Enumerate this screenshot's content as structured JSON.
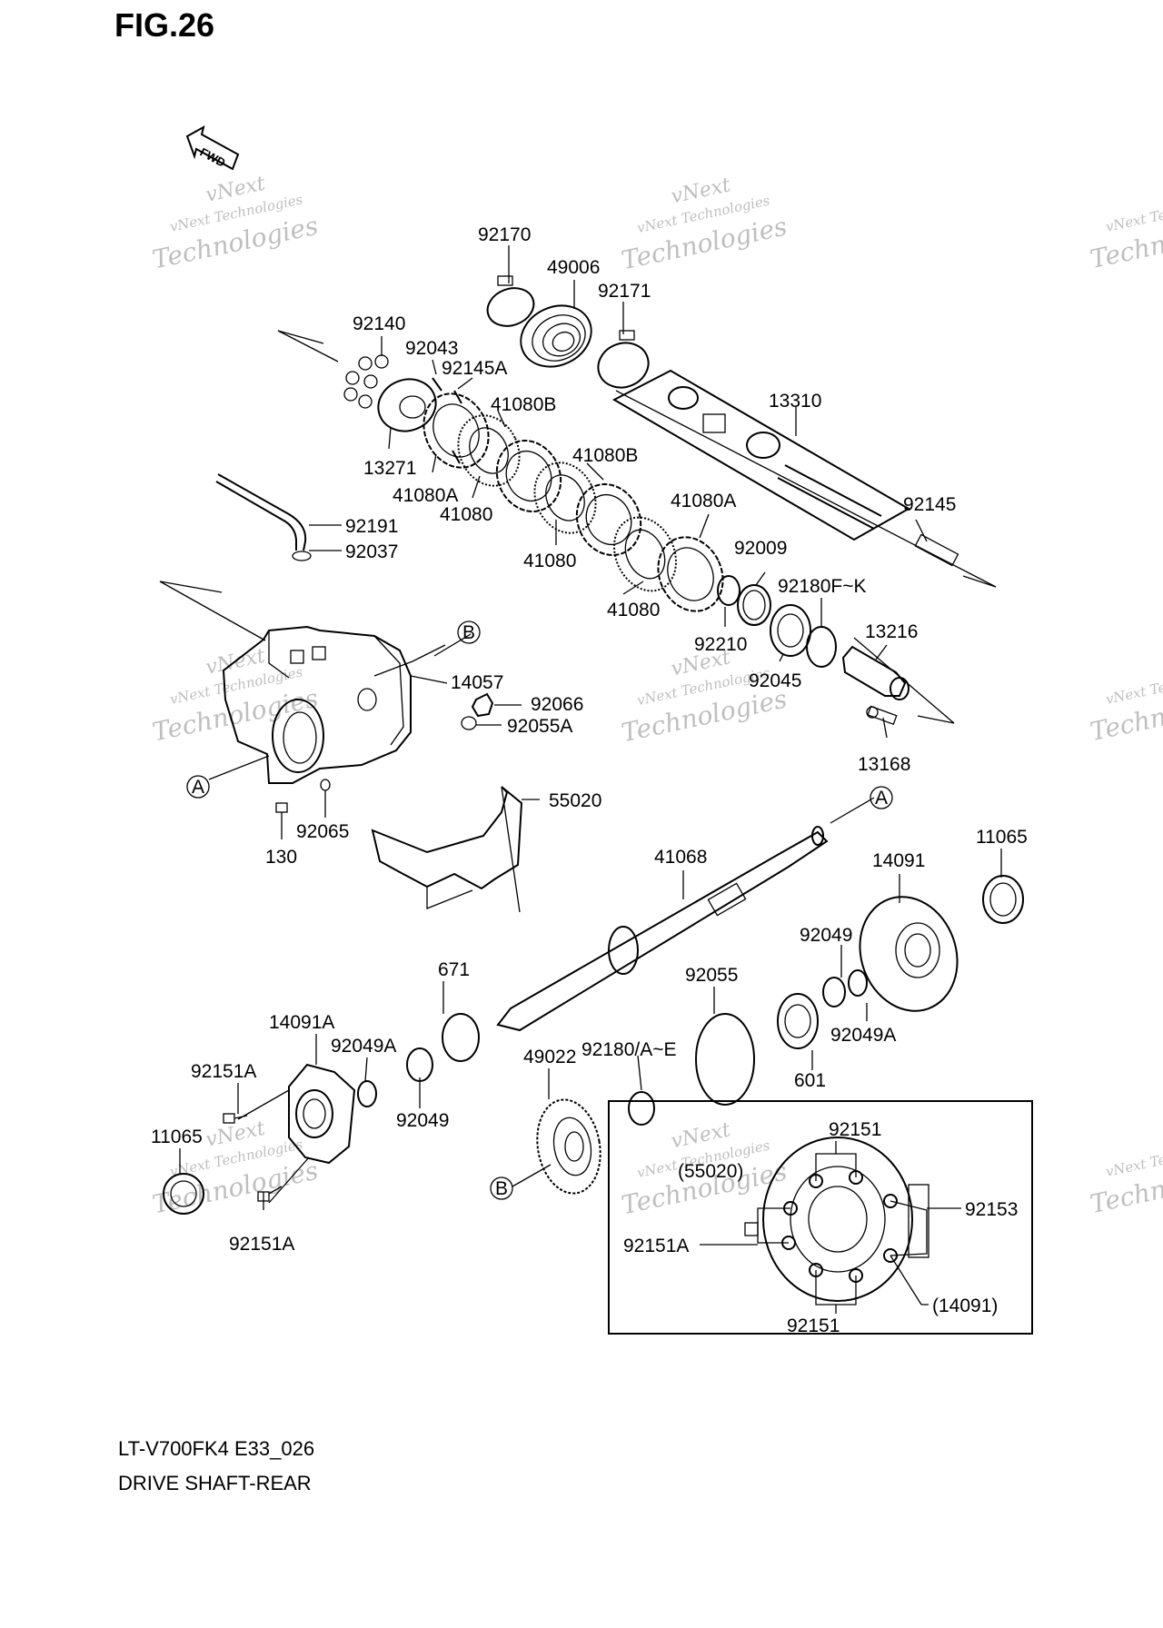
{
  "figure": {
    "title": "FIG.26",
    "model_code": "LT-V700FK4 E33_026",
    "description": "DRIVE SHAFT-REAR"
  },
  "direction_marker": "FWD",
  "watermark": {
    "line1": "vNext",
    "line2": "vNext Technologies",
    "line3": "Technologies"
  },
  "part_labels": {
    "p92170": "92170",
    "p49006": "49006",
    "p92171": "92171",
    "p92140": "92140",
    "p92043": "92043",
    "p92145A": "92145A",
    "p41080B_1": "41080B",
    "p13310": "13310",
    "p41080B_2": "41080B",
    "p13271": "13271",
    "p41080A_1": "41080A",
    "p41080_1": "41080",
    "p41080A_2": "41080A",
    "p92145": "92145",
    "p92191": "92191",
    "p92037": "92037",
    "p41080_2": "41080",
    "p92009": "92009",
    "p92180FK": "92180F~K",
    "p41080_3": "41080",
    "p13216": "13216",
    "p92210": "92210",
    "p92045": "92045",
    "p14057": "14057",
    "p92066": "92066",
    "p92055A": "92055A",
    "p13168": "13168",
    "p55020": "55020",
    "p92065": "92065",
    "p130": "130",
    "p41068": "41068",
    "p14091": "14091",
    "p11065_1": "11065",
    "p92049_1": "92049",
    "p671": "671",
    "p92055": "92055",
    "p14091A": "14091A",
    "p92049A_1": "92049A",
    "p92180AE": "92180/A~E",
    "p92049A_2": "92049A",
    "p92151A_1": "92151A",
    "p49022": "49022",
    "p601": "601",
    "p92049_2": "92049",
    "p11065_2": "11065",
    "p92151A_2": "92151A",
    "p92151_top": "92151",
    "p55020_ref": "(55020)",
    "p92153": "92153",
    "p92151A_3": "92151A",
    "p14091_ref": "(14091)",
    "p92151_bot": "92151"
  },
  "callouts": {
    "a1": "A",
    "a2": "A",
    "b1": "B",
    "b2": "B"
  }
}
